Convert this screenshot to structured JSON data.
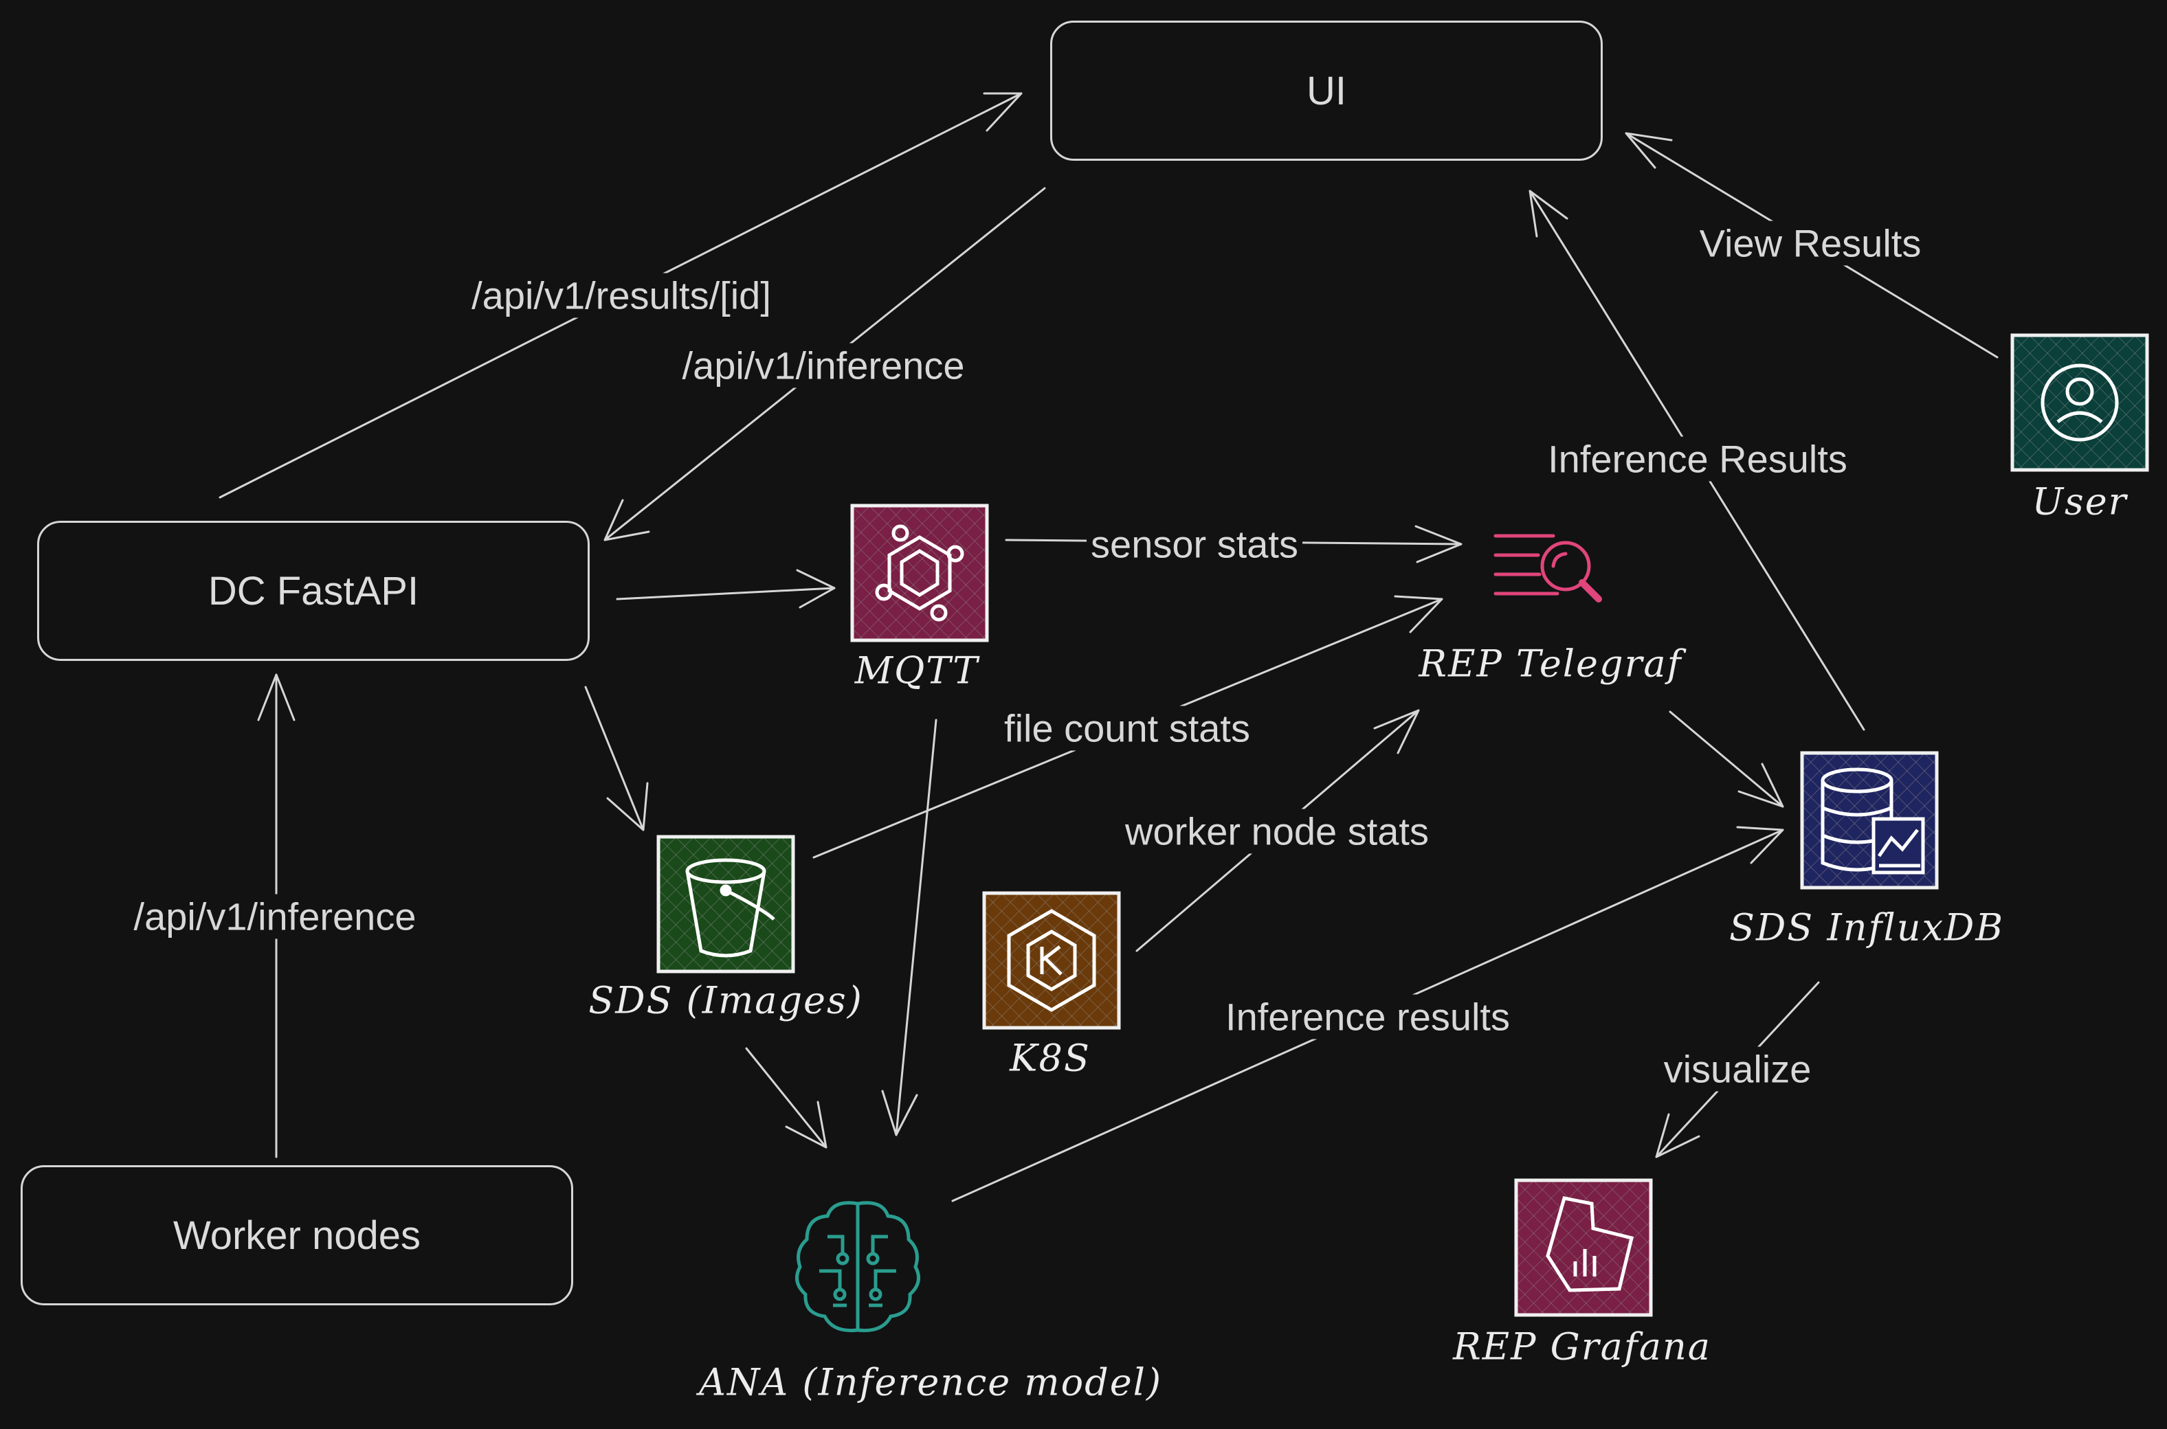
{
  "nodes": {
    "ui": "UI",
    "dc_fastapi": "DC FastAPI",
    "worker_nodes": "Worker nodes"
  },
  "icons": {
    "mqtt": {
      "caption": "MQTT",
      "icon": "iot-core-icon",
      "color": "#e0457b"
    },
    "sds_images": {
      "caption": "SDS (Images)",
      "icon": "s3-bucket-icon",
      "color": "#3d8b3d"
    },
    "k8s": {
      "caption": "K8S",
      "icon": "eks-icon",
      "color": "#ed7100"
    },
    "ana": {
      "caption": "ANA (Inference model)",
      "icon": "brain-circuit-icon",
      "color": "#2a9d8f"
    },
    "telegraf": {
      "caption": "REP Telegraf",
      "icon": "telegraf-search-icon",
      "color": "#e0457b"
    },
    "influxdb": {
      "caption": "SDS InfluxDB",
      "icon": "timeseries-db-icon",
      "color": "#5a6bff"
    },
    "grafana": {
      "caption": "REP Grafana",
      "icon": "grafana-chart-icon",
      "color": "#e0457b"
    },
    "user": {
      "caption": "User",
      "icon": "user-icon",
      "color": "#0f8f7f"
    }
  },
  "edges": {
    "results_id": "/api/v1/results/[id]",
    "inference_ui": "/api/v1/inference",
    "inference_worker": "/api/v1/inference",
    "sensor_stats": "sensor stats",
    "file_count_stats": "file count stats",
    "worker_node_stats": "worker node stats",
    "inference_results_lower": "Inference results",
    "inference_results_upper": "Inference Results",
    "view_results": "View Results",
    "visualize": "visualize"
  }
}
